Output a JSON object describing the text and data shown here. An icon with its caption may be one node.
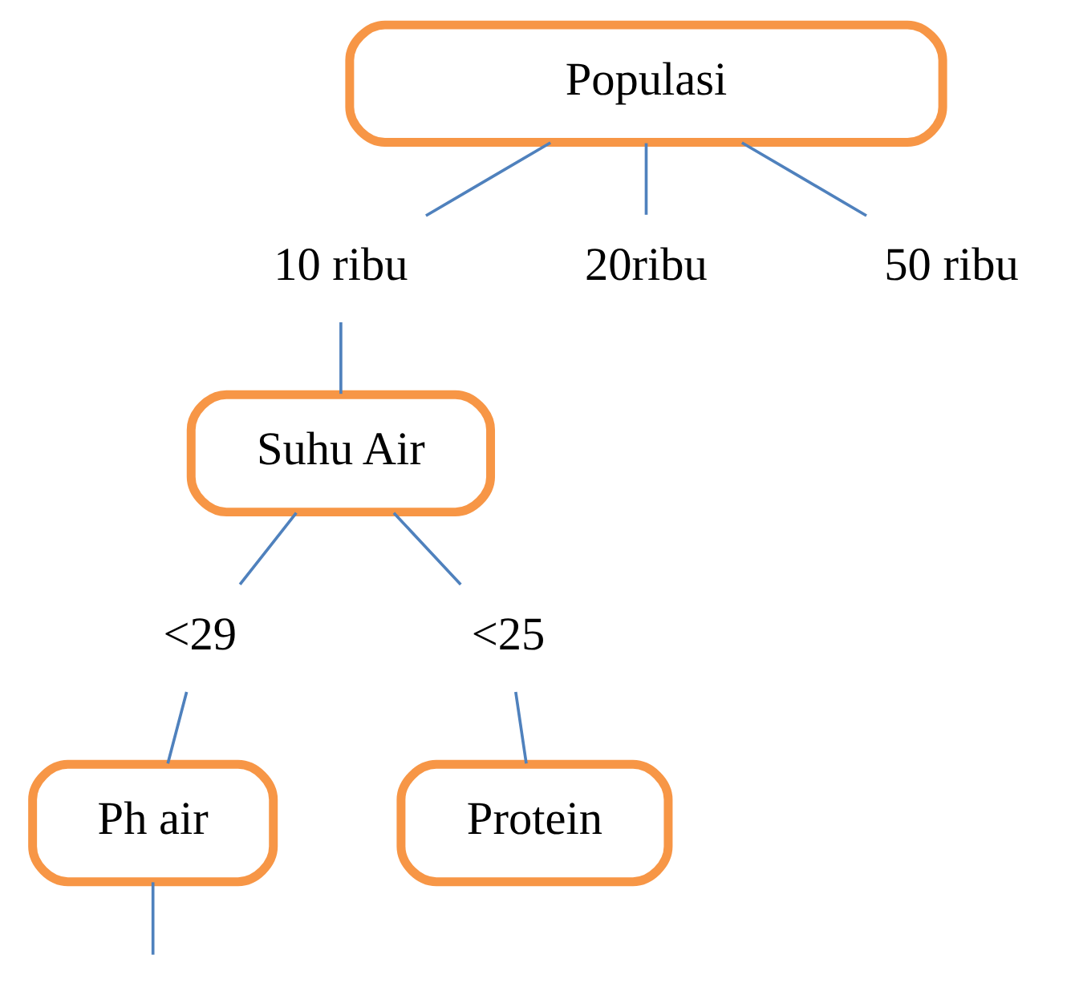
{
  "diagram": {
    "nodes": [
      {
        "text": [
          "Populasi"
        ]
      },
      {
        "text": [
          "10 ribu"
        ]
      },
      {
        "text": [
          "20ribu"
        ]
      },
      {
        "text": [
          "50 ribu"
        ]
      },
      {
        "text": [
          "Suhu Air"
        ]
      },
      {
        "text": [
          "<29"
        ]
      },
      {
        "text": [
          "<25"
        ]
      },
      {
        "text": [
          "Ph air"
        ]
      },
      {
        "text": [
          "Protein"
        ]
      }
    ],
    "edges": [
      {
        "from": 0,
        "to": 1,
        "arrow": "none"
      },
      {
        "from": 0,
        "to": 2,
        "arrow": "none"
      },
      {
        "from": 0,
        "to": 3,
        "arrow": "none"
      },
      {
        "from": 1,
        "to": 4,
        "arrow": "none"
      },
      {
        "from": 4,
        "to": 5,
        "arrow": "none"
      },
      {
        "from": 4,
        "to": 6,
        "arrow": "none"
      },
      {
        "from": 5,
        "to": 7,
        "arrow": "none"
      },
      {
        "from": 6,
        "to": 8,
        "arrow": "none"
      },
      {
        "from": 7,
        "to": null,
        "arrow": "none"
      }
    ]
  }
}
